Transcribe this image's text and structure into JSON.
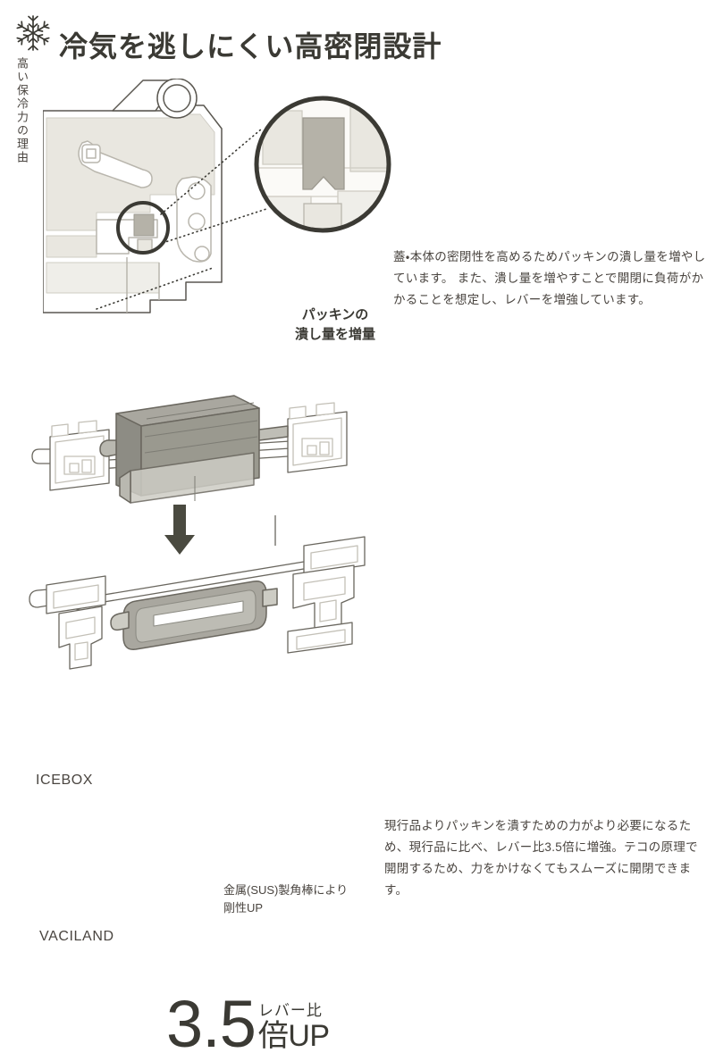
{
  "header": {
    "icon": "snowflake-icon",
    "title": "冷気を逃しにくい高密閉設計"
  },
  "side_label": {
    "text": "高い保冷力の理由"
  },
  "section_one": {
    "figure_name": "lid-cross-section-diagram",
    "magnifier_name": "magnified-gasket-detail",
    "callout": "パッキンの\n潰し量を増量",
    "callout_line1": "パッキンの",
    "callout_line2": "潰し量を増量",
    "body": "蓋・本体の密閉性を高めるためパッキンの潰し量を増やしています。\nまた、潰し量を増やすことで開閉に負荷がかかることを想定し、レバーを増強しています。"
  },
  "section_two": {
    "figure_name": "lever-comparison-diagram",
    "label_top": "ICEBOX",
    "label_bottom": "VACILAND",
    "arrow": "down-arrow-icon",
    "rod_note_line1": "金属(SUS)製角棒により",
    "rod_note_line2": "剛性UP",
    "body": "現行品よりパッキンを潰すための力がより必要になるため、現行品に比べ、レバー比3.5倍に増強。テコの原理で開閉するため、力をかけなくてもスムーズに開閉できます。",
    "ratio": {
      "number": "3.5",
      "small_label": "レバー比",
      "unit": "倍UP"
    }
  },
  "colors": {
    "text": "#4a4540",
    "heading": "#3b3a34",
    "line": "#5a5750",
    "gasket_gray": "#b5b2a8",
    "fill_light": "#e9e7e0",
    "fill_mid": "#d8d5cc",
    "icebox_body": "#8d8c84",
    "arrow": "#4a4a40",
    "background": "#ffffff"
  }
}
